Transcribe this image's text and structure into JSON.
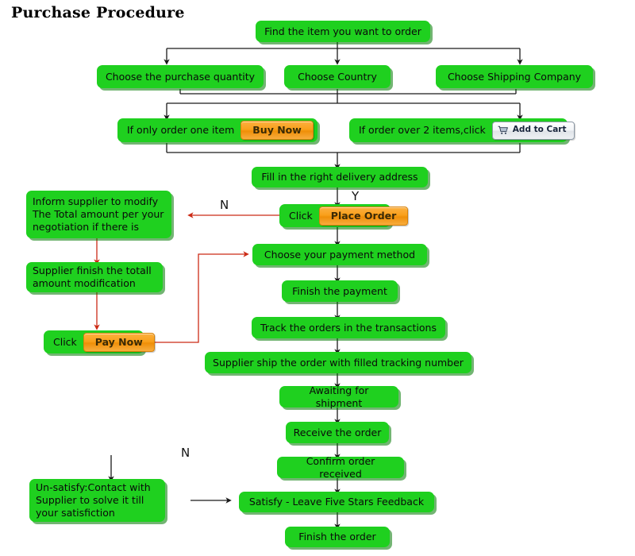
{
  "page": {
    "title": "Purchase Procedure",
    "background": "#ffffff",
    "box_color": "#1fd01f",
    "box_shadow_color": "#007800",
    "black_connector_color": "#1a1a1a",
    "red_connector_color": "#cc2b16",
    "orange_button_color": "#f9a01b",
    "cart_button_color": "#eef1f4"
  },
  "nodes": {
    "find_item": {
      "label": "Find the item you want to order"
    },
    "choose_quantity": {
      "label": "Choose the purchase quantity"
    },
    "choose_country": {
      "label": "Choose Country"
    },
    "choose_shipping": {
      "label": "Choose Shipping Company"
    },
    "one_item": {
      "lead": "If only order one item",
      "button": "Buy Now"
    },
    "over_two_items": {
      "lead": "If order over 2 items,click",
      "button": "Add to Cart",
      "button_icon": "shopping-cart-icon"
    },
    "delivery_address": {
      "label": "Fill in the right delivery address"
    },
    "place_order": {
      "lead": "Click",
      "button": "Place Order"
    },
    "inform_supplier": {
      "line1": "Inform supplier to modify",
      "line2": "The Total amount per your",
      "line3": " negotiation if there is"
    },
    "supplier_modify": {
      "line1": "Supplier finish the totall",
      "line2": "amount modification"
    },
    "pay_now": {
      "lead": "Click",
      "button": "Pay Now"
    },
    "payment_method": {
      "label": "Choose your payment method"
    },
    "finish_payment": {
      "label": "Finish the payment"
    },
    "track_orders": {
      "label": "Track the orders in the transactions"
    },
    "supplier_ship": {
      "label": "Supplier ship the order with filled tracking number"
    },
    "awaiting_shipment": {
      "label": "Awaiting for shipment"
    },
    "receive_order": {
      "label": "Receive the order"
    },
    "confirm_received": {
      "label": "Confirm order received"
    },
    "unsatisfy": {
      "line1": "Un-satisfy:Contact with",
      "line2": " Supplier to solve it till",
      "line3": " your satisfiction"
    },
    "satisfy": {
      "label": "Satisfy - Leave Five Stars Feedback"
    },
    "finish_order": {
      "label": "Finish the order"
    }
  },
  "branch_labels": {
    "place_order_no": "N",
    "place_order_yes": "Y",
    "confirm_no": "N"
  }
}
